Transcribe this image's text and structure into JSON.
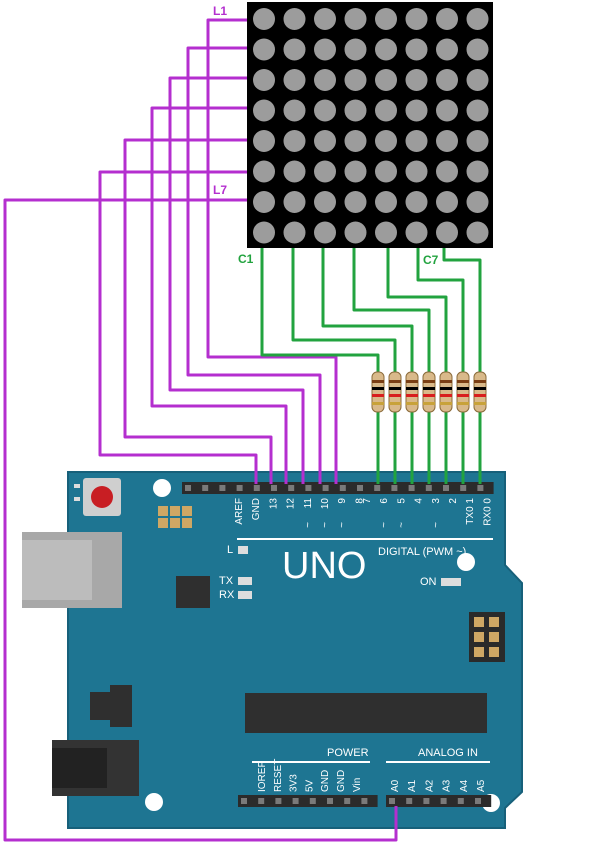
{
  "colors": {
    "row_wire": "#b42fcf",
    "col_wire": "#22a33f",
    "board": "#1e7592",
    "board_edge": "#17607a",
    "matrix_body": "#000000",
    "led_off": "#9c9c9c",
    "header": "#2b2b2b",
    "chip": "#2f2f2f",
    "reset_button": "#c81e23"
  },
  "matrix": {
    "rows": 8,
    "cols": 8,
    "row_labels": {
      "first": "L1",
      "last": "L7"
    },
    "col_labels": {
      "first": "C1",
      "last": "C7"
    }
  },
  "board": {
    "model": "UNO",
    "digital_label": "DIGITAL  (PWM ~)",
    "power_label": "POWER",
    "analog_label": "ANALOG IN",
    "on_label": "ON",
    "l_label": "L",
    "tx_label": "TX",
    "rx_label": "RX",
    "top_left_pins": [
      "AREF",
      "GND",
      "13",
      "12",
      "11",
      "10",
      "9",
      "8"
    ],
    "top_left_pwm": [
      "",
      "",
      "",
      "",
      "~",
      "~",
      "~",
      ""
    ],
    "top_right_pins": [
      "7",
      "6",
      "5",
      "4",
      "3",
      "2",
      "TX0 1",
      "RX0 0"
    ],
    "top_right_pwm": [
      "",
      "~",
      "~",
      "",
      "~",
      "",
      "",
      ""
    ],
    "power_pins": [
      "IOREF",
      "RESET",
      "3V3",
      "5V",
      "GND",
      "GND",
      "Vin"
    ],
    "analog_pins": [
      "A0",
      "A1",
      "A2",
      "A3",
      "A4",
      "A5"
    ]
  },
  "wiring": {
    "resistor_count": 7
  }
}
